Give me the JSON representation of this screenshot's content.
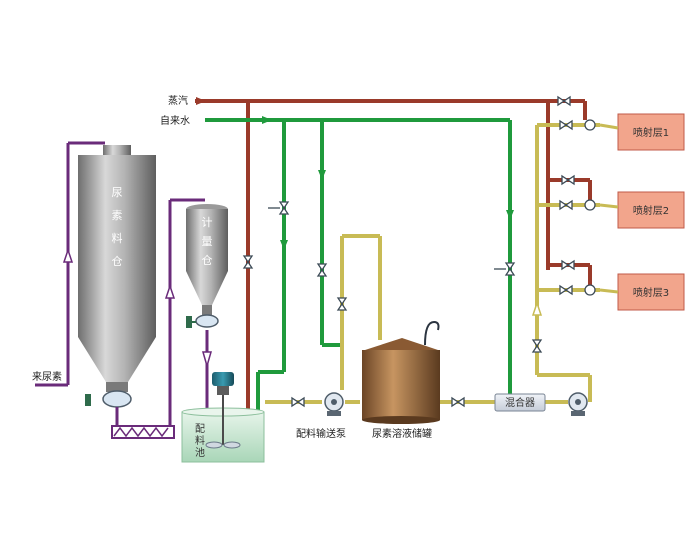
{
  "labels": {
    "steam": "蒸汽",
    "tap_water": "自来水",
    "incoming_urea": "来尿素",
    "silo": [
      "尿",
      "素",
      "料",
      "仓"
    ],
    "meter_bin": [
      "计",
      "量",
      "仓"
    ],
    "mix_tank": [
      "配",
      "料",
      "池"
    ],
    "transfer_pump": "配料输送泵",
    "storage_tank": "尿素溶液储罐",
    "mixer": "混合器",
    "spray_layers": [
      "喷射层1",
      "喷射层2",
      "喷射层3"
    ]
  },
  "colors": {
    "steam_line": "#9a3a2a",
    "water_line": "#1f9a3c",
    "urea_line": "#6a2b7a",
    "solution_line": "#c8bb55",
    "spray_box": "#f2a58c",
    "spray_border": "#c05a48",
    "steel": "#a9a9a9",
    "tank_copper": "#a5703f",
    "pool": "#cde8d6"
  }
}
